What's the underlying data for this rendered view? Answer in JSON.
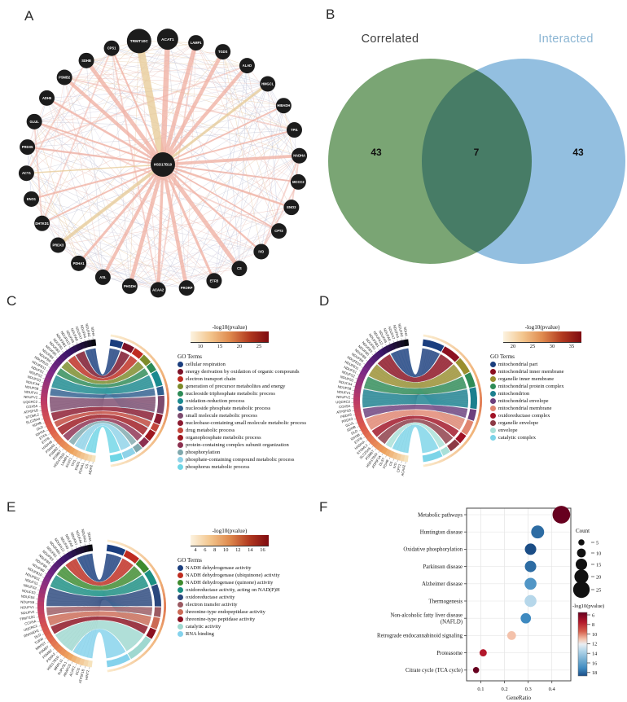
{
  "panel_labels": {
    "A": "A",
    "B": "B",
    "C": "C",
    "D": "D",
    "E": "E",
    "F": "F"
  },
  "colors": {
    "venn_left_fill": "#6f9d68",
    "venn_right_fill": "#8abade",
    "venn_left_title": "#3f3f3f",
    "venn_right_title": "#8bb5d3",
    "network_node_fill": "#1c1c1c",
    "scale_gradient_ends": [
      "#fcf3e0",
      "#7e0a10"
    ]
  },
  "chart_data": [
    {
      "id": "A",
      "type": "network",
      "hub": "HSD17B10",
      "large_nodes": [
        "TRMT10C",
        "ACAT1"
      ],
      "nodes": [
        "TRMT10C",
        "ACAT1",
        "LAMP1",
        "TGDS",
        "ALAD",
        "HMGCL",
        "HIBADH",
        "TPI1",
        "HADHA",
        "MCCC2",
        "ENO3",
        "CPT2",
        "IVD",
        "CS",
        "ETFB",
        "PRORP",
        "ACAA2",
        "PHGDH",
        "ASL",
        "PDHA1",
        "PRDX3",
        "DHTKD1",
        "ENO1",
        "ACY1",
        "PRDX5",
        "GLUL",
        "ADH5",
        "PSMB2",
        "SDHB",
        "CPS1"
      ]
    },
    {
      "id": "B",
      "type": "venn",
      "set_labels": [
        "Correlated",
        "Interacted"
      ],
      "values": {
        "left_only": 43,
        "intersection": 7,
        "right_only": 43
      }
    },
    {
      "id": "C",
      "type": "chord",
      "legend_title": "-log10(pvalue)",
      "scale_ticks": [
        10,
        15,
        20,
        25
      ],
      "go_terms_title": "GO Terms",
      "terms": [
        {
          "label": "cellular respiration",
          "color": "#1b3e7e",
          "weight": 10
        },
        {
          "label": "energy derivation by oxidation of organic compounds",
          "color": "#7c1228",
          "weight": 9
        },
        {
          "label": "electron transport chain",
          "color": "#bf2c20",
          "weight": 8
        },
        {
          "label": "generation of precursor metabolites and energy",
          "color": "#7d8b2a",
          "weight": 8
        },
        {
          "label": "nucleoside triphosphate metabolic process",
          "color": "#2e8b57",
          "weight": 7
        },
        {
          "label": "oxidation-reduction process",
          "color": "#1b8a8f",
          "weight": 12
        },
        {
          "label": "nucleoside phosphate metabolic process",
          "color": "#2f5f8f",
          "weight": 7
        },
        {
          "label": "small molecule metabolic process",
          "color": "#7d4a6e",
          "weight": 14
        },
        {
          "label": "nucleobase-containing small molecule metabolic process",
          "color": "#8c1a30",
          "weight": 8
        },
        {
          "label": "drug metabolic process",
          "color": "#c2453a",
          "weight": 6
        },
        {
          "label": "organophosphate metabolic process",
          "color": "#9e1820",
          "weight": 8
        },
        {
          "label": "protein-containing complex subunit organization",
          "color": "#8c3050",
          "weight": 7
        },
        {
          "label": "phosphorylation",
          "color": "#7fa8ad",
          "weight": 6
        },
        {
          "label": "phosphate-containing compound metabolic process",
          "color": "#8ed2e8",
          "weight": 10
        },
        {
          "label": "phosphorus metabolic process",
          "color": "#6fd6e6",
          "weight": 10
        }
      ],
      "genes": [
        "MDH2",
        "CS",
        "PDHA1",
        "ENO1",
        "TPI1",
        "ACAT1",
        "LAMP1",
        "HSD17B10",
        "PSMB7",
        "PSMB2",
        "PSMA5",
        "HADHB",
        "ETFB",
        "ETFA",
        "IDH3A",
        "DLD",
        "SDHB",
        "SLC25A4",
        "STOML2",
        "ATP5F1B",
        "COX5A",
        "UQCRC2",
        "NDUFV2",
        "NDUFV1",
        "NDUFS8",
        "NDUFS4",
        "NDUFS3",
        "NDUFS2",
        "NDUFS1",
        "NDUFB11",
        "NDUFB10",
        "NDUFB9",
        "NDUFB8",
        "NDUFB5",
        "NDUFB3",
        "NDUFB1",
        "NDUFAB1",
        "NDUFA12",
        "NDUFA9",
        "NDUFA8",
        "NDUFA7",
        "NDUFA4",
        "NDUFA2",
        "SDHA"
      ]
    },
    {
      "id": "D",
      "type": "chord",
      "legend_title": "-log10(pvalue)",
      "scale_ticks": [
        20,
        25,
        30,
        35
      ],
      "go_terms_title": "GO Terms",
      "terms": [
        {
          "label": "mitochondrial part",
          "color": "#1b3e7e",
          "weight": 13
        },
        {
          "label": "mitochondrial inner membrane",
          "color": "#8c1020",
          "weight": 11
        },
        {
          "label": "organelle inner membrane",
          "color": "#9a8f2f",
          "weight": 10
        },
        {
          "label": "mitochondrial protein complex",
          "color": "#2e8b57",
          "weight": 9
        },
        {
          "label": "mitochondrion",
          "color": "#1b808f",
          "weight": 13
        },
        {
          "label": "mitochondrial envelope",
          "color": "#6d3f7d",
          "weight": 7
        },
        {
          "label": "mitochondrial membrane",
          "color": "#e08570",
          "weight": 9
        },
        {
          "label": "oxidoreductase complex",
          "color": "#a01225",
          "weight": 6
        },
        {
          "label": "organelle envelope",
          "color": "#8c3a45",
          "weight": 7
        },
        {
          "label": "envelope",
          "color": "#a8e0d8",
          "weight": 5
        },
        {
          "label": "catalytic complex",
          "color": "#7cd4e8",
          "weight": 12
        }
      ],
      "genes": [
        "ACAA2",
        "CPT2",
        "IVD",
        "CS",
        "PDHB",
        "DLST",
        "ATP5F1A",
        "HSD17B10",
        "PSMB7",
        "SLC25A5",
        "STOML2",
        "HADHA",
        "ETFB",
        "IDH3B",
        "DLD",
        "SDHB",
        "GLUL",
        "PRDX3",
        "PRDX5",
        "ATP5F1B",
        "COX5A",
        "UQCRC2",
        "NDUFV2",
        "NDUFV1",
        "NDUFS8",
        "NDUFS4",
        "NDUFS3",
        "NDUFS2",
        "NDUFS1",
        "NDUFB11",
        "NDUFB10",
        "NDUFB9",
        "NDUFB8",
        "NDUFB5",
        "NDUFB3",
        "NDUFB1",
        "NDUFAB1",
        "NDUFA12",
        "NDUFA9",
        "NDUFA8",
        "NDUFA7",
        "NDUFA4",
        "NDUFA2",
        "SDHA"
      ]
    },
    {
      "id": "E",
      "type": "chord",
      "legend_title": "-log10(pvalue)",
      "scale_ticks": [
        4,
        6,
        8,
        10,
        12,
        14,
        16
      ],
      "go_terms_title": "GO Terms",
      "terms": [
        {
          "label": "NADH dehydrogenase activity",
          "color": "#1b3e7e",
          "weight": 11
        },
        {
          "label": "NADH dehydrogenase (ubiquinone) activity",
          "color": "#bf2c20",
          "weight": 9
        },
        {
          "label": "NADH dehydrogenase (quinone) activity",
          "color": "#3e8b2e",
          "weight": 8
        },
        {
          "label": "oxidoreductase activity, acting on NAD(P)H",
          "color": "#1b8f82",
          "weight": 9
        },
        {
          "label": "oxidoreductase activity",
          "color": "#2a477d",
          "weight": 13
        },
        {
          "label": "electron transfer activity",
          "color": "#9c5a62",
          "weight": 6
        },
        {
          "label": "threonine-type endopeptidase activity",
          "color": "#cc6a55",
          "weight": 7
        },
        {
          "label": "threonine-type peptidase activity",
          "color": "#8c1020",
          "weight": 6
        },
        {
          "label": "catalytic activity",
          "color": "#9fd8d0",
          "weight": 16
        },
        {
          "label": "RNA binding",
          "color": "#84d2ec",
          "weight": 14
        }
      ],
      "genes": [
        "HINT2",
        "ATP5F1B",
        "ECI1",
        "ACAT1",
        "ANAPC5",
        "SUPV3L1",
        "MRPL11",
        "HSD17B10",
        "PSMA2",
        "PSMB2",
        "PSMB7",
        "MRPS7",
        "TUFM",
        "DLD",
        "RNASEH1",
        "UQCRC2",
        "COX5A",
        "TRMT10C",
        "NDUFV2",
        "NDUFV1",
        "NDUFS8",
        "NDUFS4",
        "NDUFS3",
        "NDUFS2",
        "NDUFS1",
        "NDUFB11",
        "NDUFB10",
        "NDUFB9",
        "NDUFB8",
        "NDUFB5",
        "NDUFB3",
        "NDUFB1",
        "NDUFAB1",
        "NDUFA12",
        "NDUFA9",
        "NDUFA8",
        "NDUFA7",
        "NDUFA4",
        "NDUFA2",
        "SDHA"
      ]
    },
    {
      "id": "F",
      "type": "scatter",
      "xlabel": "GeneRatio",
      "xticks": [
        0.1,
        0.2,
        0.3,
        0.4
      ],
      "count_legend_title": "Count",
      "count_legend": [
        5,
        10,
        15,
        20,
        25
      ],
      "pvalue_legend_title": "-log10(pvalue)",
      "pvalue_ticks": [
        6,
        8,
        10,
        12,
        14,
        16,
        18
      ],
      "rows": [
        {
          "label": "Metabolic pathways",
          "gene_ratio": 0.44,
          "count": 27,
          "neg_log10_pvalue": 6
        },
        {
          "label": "Huntington disease",
          "gene_ratio": 0.34,
          "count": 18,
          "neg_log10_pvalue": 17
        },
        {
          "label": "Oxidative phosphorylation",
          "gene_ratio": 0.31,
          "count": 15,
          "neg_log10_pvalue": 18
        },
        {
          "label": "Parkinson disease",
          "gene_ratio": 0.31,
          "count": 15,
          "neg_log10_pvalue": 17
        },
        {
          "label": "Alzheimer disease",
          "gene_ratio": 0.31,
          "count": 16,
          "neg_log10_pvalue": 15.5
        },
        {
          "label": "Thermogenesis",
          "gene_ratio": 0.31,
          "count": 16,
          "neg_log10_pvalue": 13
        },
        {
          "label": "Non-alcoholic fatty liver disease (NAFLD)",
          "gene_ratio": 0.29,
          "count": 13,
          "neg_log10_pvalue": 16
        },
        {
          "label": "Retrograde endocannabinoid signaling",
          "gene_ratio": 0.23,
          "count": 10,
          "neg_log10_pvalue": 11
        },
        {
          "label": "Proteasome",
          "gene_ratio": 0.11,
          "count": 7,
          "neg_log10_pvalue": 8
        },
        {
          "label": "Citrate cycle (TCA cycle)",
          "gene_ratio": 0.08,
          "count": 5,
          "neg_log10_pvalue": 6
        }
      ]
    }
  ]
}
